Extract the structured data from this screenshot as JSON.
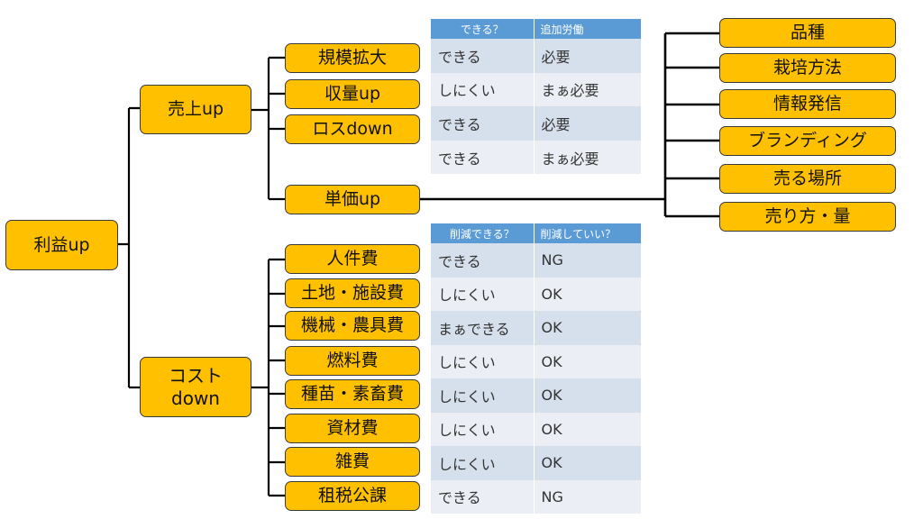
{
  "root": "利益up",
  "branches": {
    "sales": "売上up",
    "cost": [
      "コスト",
      "down"
    ]
  },
  "sales_items": [
    "規模拡大",
    "収量up",
    "ロスdown",
    "単価up"
  ],
  "price_items": [
    "品種",
    "栽培方法",
    "情報発信",
    "ブランディング",
    "売る場所",
    "売り方・量"
  ],
  "cost_items": [
    "人件費",
    "土地・施設費",
    "機械・農具費",
    "燃料費",
    "種苗・素畜費",
    "資材費",
    "雑費",
    "租税公課"
  ],
  "sales_table": {
    "headers": [
      "できる？",
      "追加労働"
    ],
    "rows": [
      [
        "できる",
        "必要"
      ],
      [
        "しにくい",
        "まぁ必要"
      ],
      [
        "できる",
        "必要"
      ],
      [
        "できる",
        "まぁ必要"
      ]
    ]
  },
  "cost_table": {
    "headers": [
      "削減できる？",
      "削減していい？"
    ],
    "rows": [
      [
        "できる",
        "NG"
      ],
      [
        "しにくい",
        "OK"
      ],
      [
        "まぁできる",
        "OK"
      ],
      [
        "しにくい",
        "OK"
      ],
      [
        "しにくい",
        "OK"
      ],
      [
        "しにくい",
        "OK"
      ],
      [
        "しにくい",
        "OK"
      ],
      [
        "できる",
        "NG"
      ]
    ]
  },
  "colors": {
    "box_fill": "#FFC000",
    "header_fill": "#5B9BD5",
    "row_dark": "#D6DFEC",
    "row_light": "#EBEFF5"
  }
}
